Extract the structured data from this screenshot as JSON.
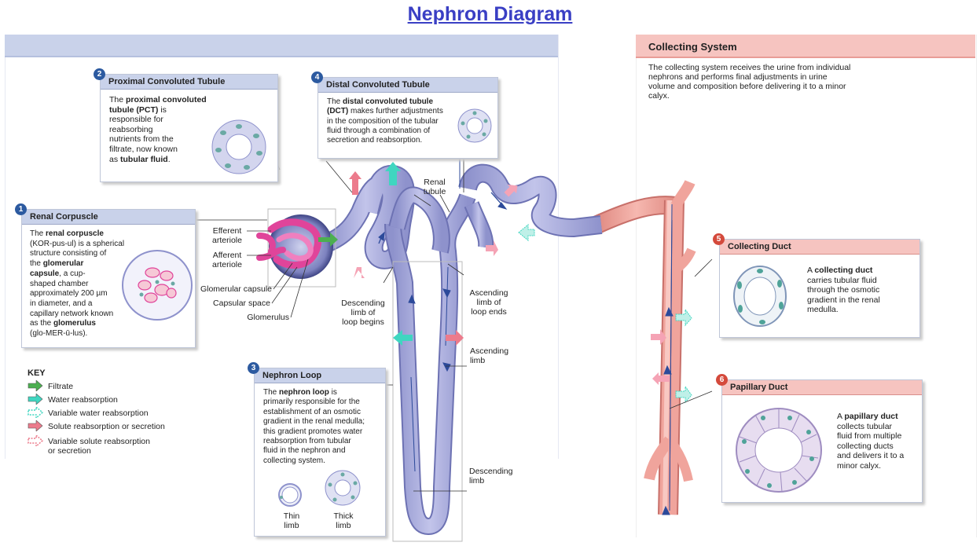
{
  "title": "Nephron Diagram",
  "collecting_system": {
    "title": "Collecting System",
    "text": "The collecting system receives the urine from individual nephrons and performs final adjustments in urine volume and composition before delivering it to a minor calyx."
  },
  "boxes": {
    "pct": {
      "num": "2",
      "title": "Proximal Convoluted Tubule",
      "lines": [
        "The **proximal convoluted**",
        "**tubule (PCT)** is",
        "responsible for",
        "reabsorbing",
        "nutrients from the",
        "filtrate, now known",
        "as **tubular fluid**."
      ]
    },
    "dct": {
      "num": "4",
      "title": "Distal Convoluted Tubule",
      "lines": [
        "The **distal convoluted tubule**",
        "**(DCT)** makes further adjustments",
        "in the composition of the tubular",
        "fluid through a combination of",
        "secretion and reabsorption."
      ]
    },
    "rc": {
      "num": "1",
      "title": "Renal Corpuscle",
      "lines": [
        "The **renal corpuscle**",
        "(KOR-pus-ul) is a spherical",
        "structure consisting of",
        "the **glomerular**",
        "**capsule**, a cup-",
        "shaped chamber",
        "approximately 200 µm",
        "in diameter, and a",
        "capillary network known",
        "as the **glomerulus**",
        "(glo-MER-ū-lus)."
      ]
    },
    "loop": {
      "num": "3",
      "title": "Nephron Loop",
      "lines": [
        "The **nephron loop** is",
        "primarily responsible for the",
        "establishment of an osmotic",
        "gradient in the renal medulla;",
        "this gradient promotes water",
        "reabsorption from tubular",
        "fluid in the nephron and",
        "collecting system."
      ]
    },
    "cd": {
      "num": "5",
      "title": "Collecting Duct",
      "lines": [
        "A **collecting duct**",
        "carries tubular fluid",
        "through the osmotic",
        "gradient in the renal",
        "medulla."
      ]
    },
    "pd": {
      "num": "6",
      "title": "Papillary Duct",
      "lines": [
        "A **papillary duct**",
        "collects tubular",
        "fluid from multiple",
        "collecting ducts",
        "and delivers it to a",
        "minor calyx."
      ]
    }
  },
  "labels": {
    "efferent": "Efferent\narteriole",
    "afferent": "Afferent\narteriole",
    "glomerular_capsule": "Glomerular capsule",
    "capsular_space": "Capsular space",
    "glomerulus": "Glomerulus",
    "renal_tubule": "Renal\ntubule",
    "descending_begins": "Descending\nlimb of\nloop begins",
    "ascending_ends": "Ascending\nlimb of\nloop ends",
    "ascending_limb": "Ascending\nlimb",
    "descending_limb": "Descending\nlimb",
    "thin_limb": "Thin\nlimb",
    "thick_limb": "Thick\nlimb"
  },
  "key": {
    "title": "KEY",
    "items": [
      {
        "label": "Filtrate",
        "color": "#4caf50",
        "style": "solid"
      },
      {
        "label": "Water reabsorption",
        "color": "#3fd6c0",
        "style": "solid"
      },
      {
        "label": "Variable water reabsorption",
        "color": "#3fd6c0",
        "style": "dashed"
      },
      {
        "label": "Solute reabsorption or secretion",
        "color": "#ec7b8c",
        "style": "solid"
      },
      {
        "label": "Variable solute reabsorption\nor secretion",
        "color": "#ec7b8c",
        "style": "dashed"
      }
    ]
  },
  "colors": {
    "tubule": "#a9acd9",
    "tubule_dark": "#6d72b3",
    "duct": "#f0a49c",
    "duct_dark": "#c8706a",
    "glomerulus": "#e0449a"
  }
}
